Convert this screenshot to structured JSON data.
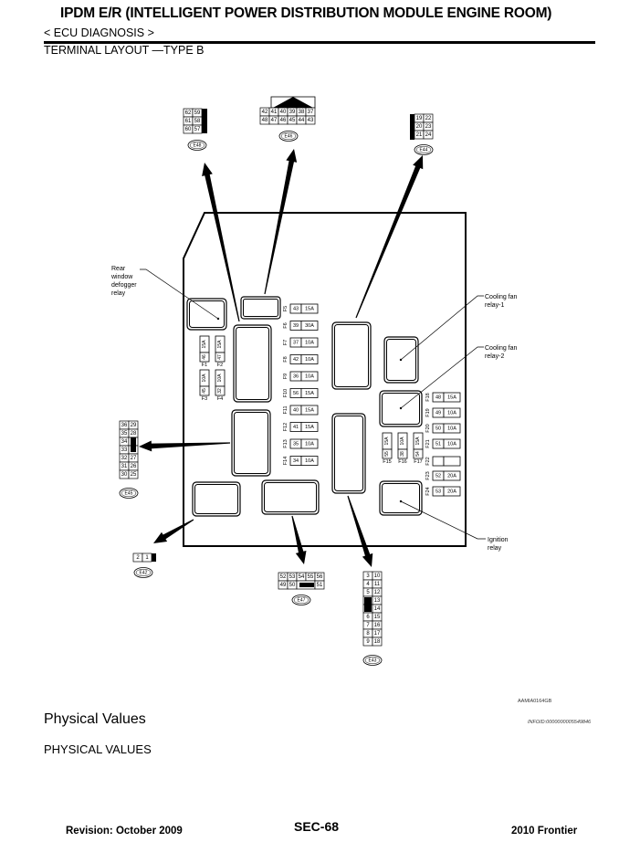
{
  "header": {
    "title": "IPDM E/R (INTELLIGENT POWER DISTRIBUTION MODULE ENGINE ROOM)",
    "breadcrumb": "< ECU DIAGNOSIS >",
    "section": "TERMINAL LAYOUT —TYPE B"
  },
  "diagram": {
    "callouts": {
      "rear_window_defogger_relay": [
        "Rear",
        "window",
        "defogger",
        "relay"
      ],
      "cooling_fan_relay_1": [
        "Cooling fan",
        "relay-1"
      ],
      "cooling_fan_relay_2": [
        "Cooling fan",
        "relay-2"
      ],
      "ignition_relay": [
        "Ignition",
        "relay"
      ]
    },
    "connectors": {
      "E48": {
        "label": "E48",
        "rows": [
          [
            "62",
            "59"
          ],
          [
            "61",
            "58"
          ],
          [
            "60",
            "57"
          ]
        ]
      },
      "E46": {
        "label": "E46",
        "rows": [
          [
            "42",
            "41",
            "40",
            "39",
            "38",
            "37"
          ],
          [
            "48",
            "47",
            "46",
            "45",
            "44",
            "43"
          ]
        ]
      },
      "E44": {
        "label": "E44",
        "rows": [
          [
            "19",
            "22"
          ],
          [
            "20",
            "23"
          ],
          [
            "21",
            "24"
          ]
        ]
      },
      "E45": {
        "label": "E45",
        "rows": [
          [
            "36",
            "29"
          ],
          [
            "35",
            "28"
          ],
          [
            "34",
            ""
          ],
          [
            "33",
            ""
          ],
          [
            "32",
            "27"
          ],
          [
            "31",
            "26"
          ],
          [
            "30",
            "25"
          ]
        ]
      },
      "E42": {
        "label": "E42",
        "rows": [
          [
            "2",
            "1"
          ]
        ]
      },
      "E47": {
        "label": "E47",
        "rows": [
          [
            "52",
            "53",
            "54",
            "55",
            "56"
          ],
          [
            "49",
            "50",
            "",
            "51"
          ]
        ]
      },
      "E43": {
        "label": "E43",
        "rows": [
          [
            "3",
            "10"
          ],
          [
            "4",
            "11"
          ],
          [
            "5",
            "12"
          ],
          [
            "",
            "13"
          ],
          [
            "",
            "14"
          ],
          [
            "6",
            "15"
          ],
          [
            "7",
            "16"
          ],
          [
            "8",
            "17"
          ],
          [
            "9",
            "18"
          ]
        ]
      }
    },
    "fuses_left": [
      {
        "name": "F1",
        "terminal": "46",
        "rating": "15A"
      },
      {
        "name": "F2",
        "terminal": "47",
        "rating": "15A"
      },
      {
        "name": "F3",
        "terminal": "45",
        "rating": "10A"
      },
      {
        "name": "F4",
        "terminal": "32",
        "rating": "10A"
      }
    ],
    "fuses_center": [
      {
        "name": "F5",
        "terminal": "43",
        "rating": "15A"
      },
      {
        "name": "F6",
        "terminal": "39",
        "rating": "30A"
      },
      {
        "name": "F7",
        "terminal": "37",
        "rating": "10A"
      },
      {
        "name": "F8",
        "terminal": "42",
        "rating": "10A"
      },
      {
        "name": "F9",
        "terminal": "36",
        "rating": "10A"
      },
      {
        "name": "F10",
        "terminal": "56",
        "rating": "15A"
      },
      {
        "name": "F11",
        "terminal": "40",
        "rating": "15A"
      },
      {
        "name": "F12",
        "terminal": "41",
        "rating": "15A"
      },
      {
        "name": "F13",
        "terminal": "35",
        "rating": "10A"
      },
      {
        "name": "F14",
        "terminal": "34",
        "rating": "10A"
      }
    ],
    "fuses_lower": [
      {
        "name": "F15",
        "terminal": "55",
        "rating": "15A"
      },
      {
        "name": "F16",
        "terminal": "38",
        "rating": "10A"
      },
      {
        "name": "F17",
        "terminal": "54",
        "rating": "15A"
      }
    ],
    "fuses_right": [
      {
        "name": "F18",
        "terminal": "48",
        "rating": "15A"
      },
      {
        "name": "F19",
        "terminal": "49",
        "rating": "10A"
      },
      {
        "name": "F20",
        "terminal": "50",
        "rating": "10A"
      },
      {
        "name": "F21",
        "terminal": "51",
        "rating": "10A"
      },
      {
        "name": "F22",
        "terminal": "",
        "rating": ""
      },
      {
        "name": "F23",
        "terminal": "52",
        "rating": "20A"
      },
      {
        "name": "F24",
        "terminal": "53",
        "rating": "20A"
      }
    ],
    "figure_id": "AAMIA0164GB",
    "info_id": "INFOID:0000000005549846"
  },
  "body": {
    "heading": "Physical Values",
    "subheading": "PHYSICAL VALUES"
  },
  "footer": {
    "revision": "Revision: October 2009",
    "page": "SEC-68",
    "model": "2010 Frontier"
  }
}
